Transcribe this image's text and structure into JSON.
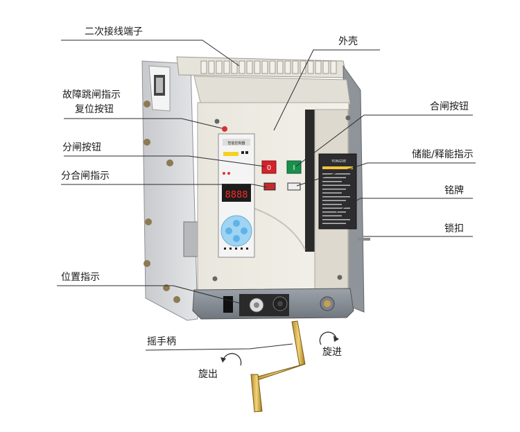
{
  "labels": {
    "secondary_terminal": "二次接线端子",
    "housing": "外壳",
    "fault_trip_indicator": "故障跳闸指示",
    "reset_button": "复位按钮",
    "close_button": "合闸按钮",
    "open_button": "分闸按钮",
    "charge_release_indicator": "储能/释能指示",
    "open_close_indicator": "分合闸指示",
    "nameplate": "铭牌",
    "lock": "锁扣",
    "position_indicator": "位置指示",
    "crank_handle": "摇手柄",
    "rotate_in": "旋进",
    "rotate_out": "旋出"
  },
  "controller": {
    "title": "智能控制器",
    "display": "8888"
  },
  "buttons": {
    "open_symbol": "0",
    "close_symbol": "I"
  },
  "brand": "YONGDE"
}
